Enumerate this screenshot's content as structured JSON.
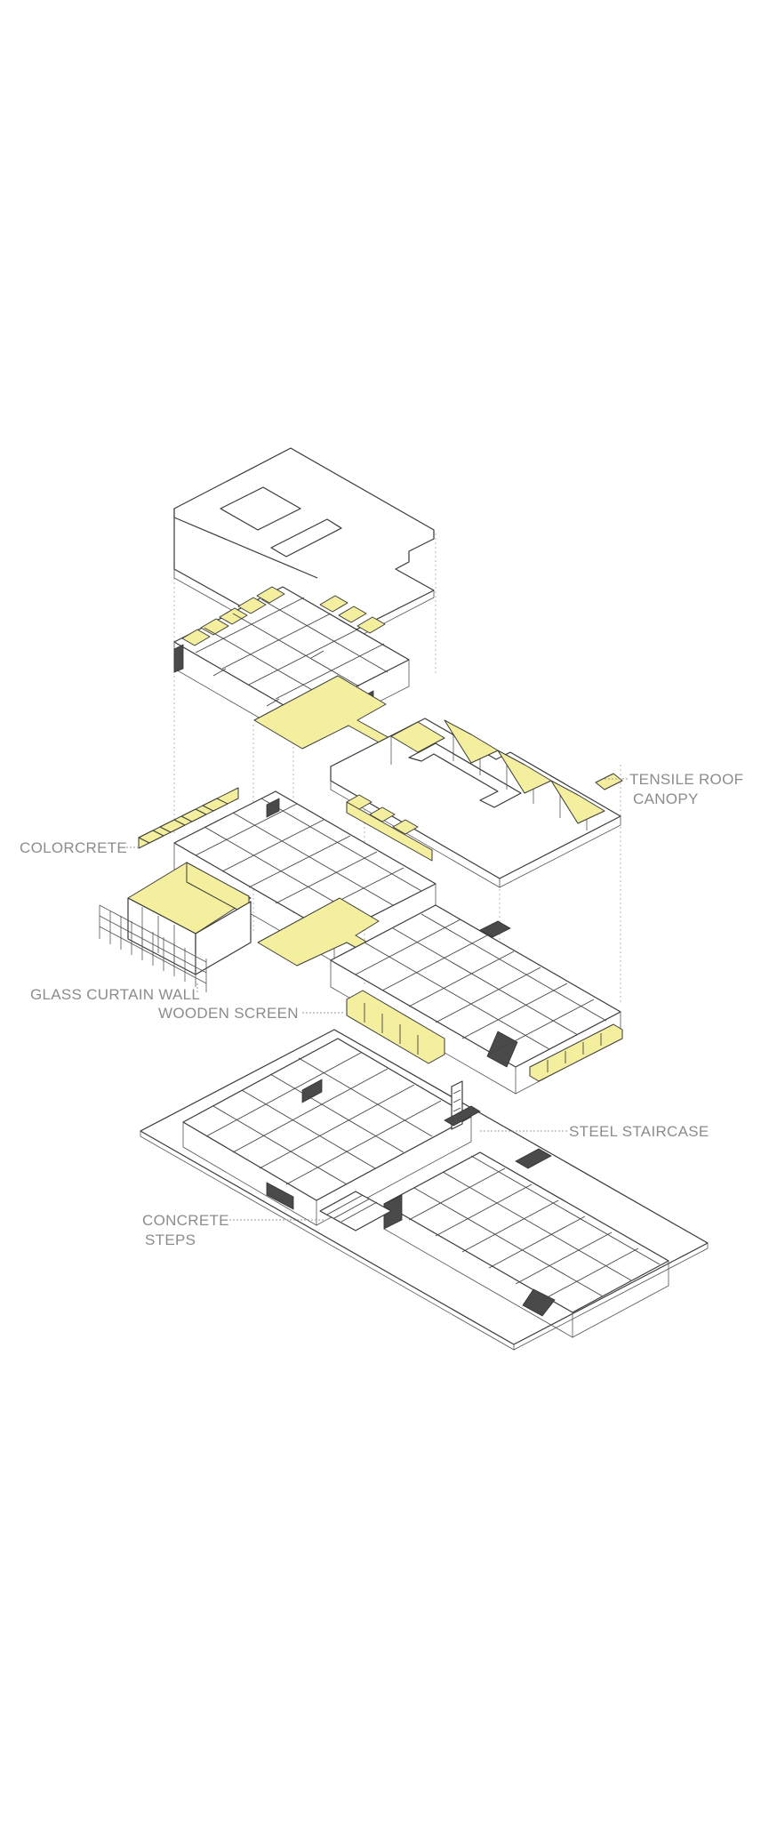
{
  "labels": {
    "tensile_roof_canopy_line1": "TENSILE ROOF",
    "tensile_roof_canopy_line2": "CANOPY",
    "colorcrete": "COLORCRETE",
    "glass_curtain_wall": "GLASS CURTAIN WALL",
    "wooden_screen": "WOODEN SCREEN",
    "steel_staircase": "STEEL STAIRCASE",
    "concrete_steps_line1": "CONCRETE",
    "concrete_steps_line2": "STEPS"
  },
  "colors": {
    "highlight_yellow": "#f3ef9e",
    "line_dark": "#3a3a3a",
    "label_grey": "#8c8c8c",
    "background": "#ffffff"
  }
}
